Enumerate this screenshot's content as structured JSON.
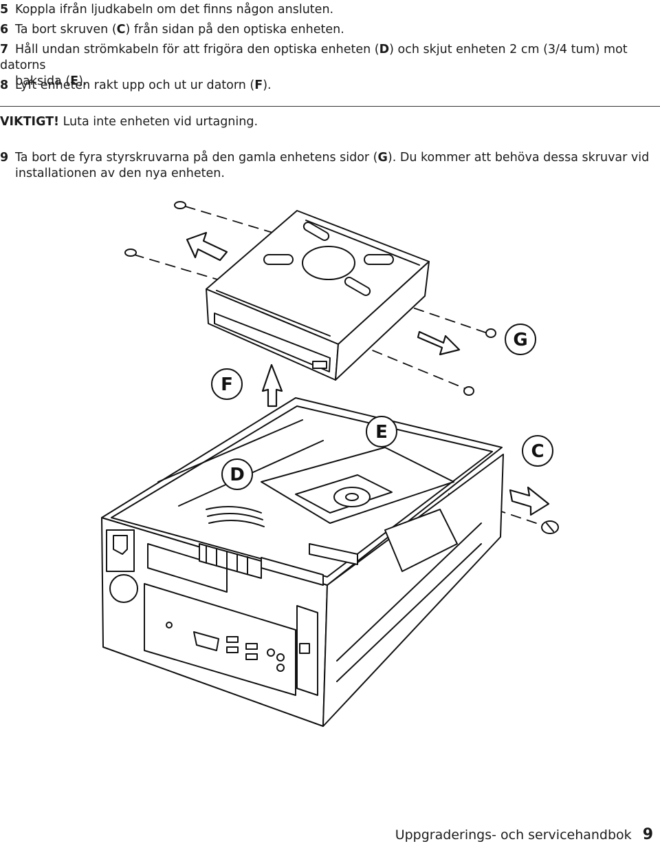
{
  "steps": [
    {
      "num": "5",
      "parts": [
        "Koppla ifrån ljudkabeln om det finns någon ansluten."
      ]
    },
    {
      "num": "6",
      "parts": [
        "Ta bort skruven (",
        "C",
        ") från sidan på den optiska enheten."
      ]
    },
    {
      "num": "7",
      "parts": [
        "Håll undan strömkabeln för att frigöra den optiska enheten (",
        "D",
        ") och skjut enheten 2 cm (3/4 tum) mot datorns",
        "baksida (",
        "E",
        ")."
      ]
    },
    {
      "num": "8",
      "parts": [
        "Lyft enheten rakt upp och ut ur datorn (",
        "F",
        ")."
      ]
    }
  ],
  "warning": {
    "tag": "VIKTIGT!",
    "text": " Luta inte enheten vid urtagning."
  },
  "step9": {
    "num": "9",
    "parts": [
      "Ta bort de fyra styrskruvarna på den gamla enhetens sidor (",
      "G",
      "). Du kommer att behöva dessa skruvar vid",
      "installationen av den nya enheten."
    ]
  },
  "callouts": {
    "F": "F",
    "G": "G",
    "E": "E",
    "D": "D",
    "C": "C"
  },
  "footer": {
    "title": "Uppgraderings- och servicehandbok",
    "page": "9"
  }
}
